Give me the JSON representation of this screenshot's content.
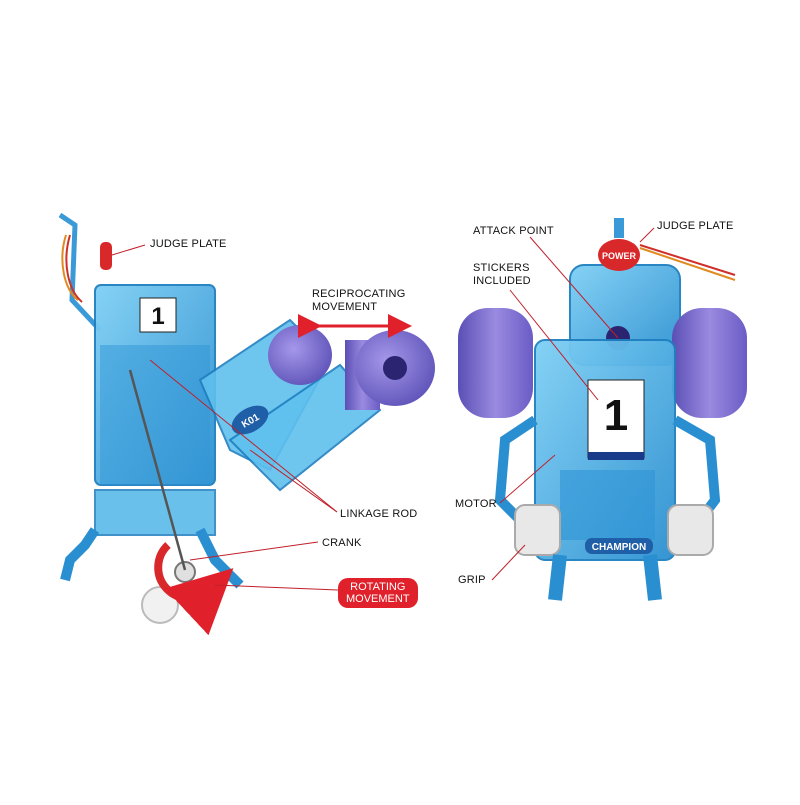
{
  "labels": {
    "left_judge_plate": "JUDGE PLATE",
    "reciprocating": "RECIPROCATING\nMOVEMENT",
    "linkage_rod": "LINKAGE ROD",
    "crank": "CRANK",
    "rotating": "ROTATING\nMOVEMENT",
    "attack_point": "ATTACK POINT",
    "right_judge_plate": "JUDGE PLATE",
    "stickers": "STICKERS\nINCLUDED",
    "motor": "MOTOR",
    "grip": "GRIP"
  },
  "stickers": {
    "left_number": "1",
    "arm_badge": "K01",
    "right_number": "1",
    "power": "POWER",
    "champion": "CHAMPION"
  },
  "colors": {
    "body_blue": "#4fb6e8",
    "body_blue_dark": "#1f7fc0",
    "wheel_purple": "#7f6fd0",
    "accent_red": "#e0202a"
  }
}
